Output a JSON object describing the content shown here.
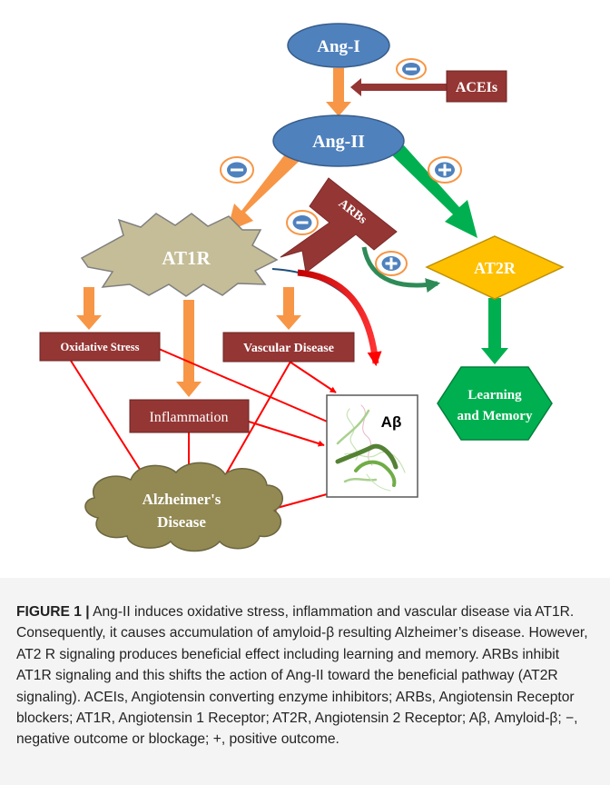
{
  "diagram": {
    "nodes": {
      "ang1": "Ang-I",
      "ang2": "Ang-II",
      "acei": "ACEIs",
      "arb": "ARBs",
      "at1r": "AT1R",
      "at2r": "AT2R",
      "oxidative": "Oxidative Stress",
      "vascular": "Vascular Disease",
      "inflammation": "Inflammation",
      "ab": "Aβ",
      "learning_line1": "Learning",
      "learning_line2": "and Memory",
      "alz_line1": "Alzheimer's",
      "alz_line2": "Disease"
    },
    "signs": {
      "minus": "−",
      "plus": "+"
    },
    "colors": {
      "ellipse": "#4f81bd",
      "red_box": "#943634",
      "star": "#c4bd97",
      "at2r": "#ffc000",
      "learning": "#00b050",
      "cloud": "#938953",
      "orange_arrow": "#f79646",
      "green_arrow": "#00b050",
      "red_arrow": "#ff0000"
    }
  },
  "caption": {
    "label": "FIGURE 1 |",
    "text": " Ang-II induces oxidative stress, inflammation and vascular disease via AT1R. Consequently, it causes accumulation of amyloid-β resulting Alzheimer’s disease. However, AT2 R signaling produces beneficial effect including learning and memory. ARBs inhibit AT1R signaling and this shifts the action of Ang-II toward the beneficial pathway (AT2R signaling). ACEIs, Angiotensin converting enzyme inhibitors; ARBs, Angiotensin Receptor blockers; AT1R, Angiotensin 1 Receptor; AT2R, Angiotensin 2 Receptor; Aβ, Amyloid-β; −, negative outcome or blockage; +, positive outcome."
  }
}
